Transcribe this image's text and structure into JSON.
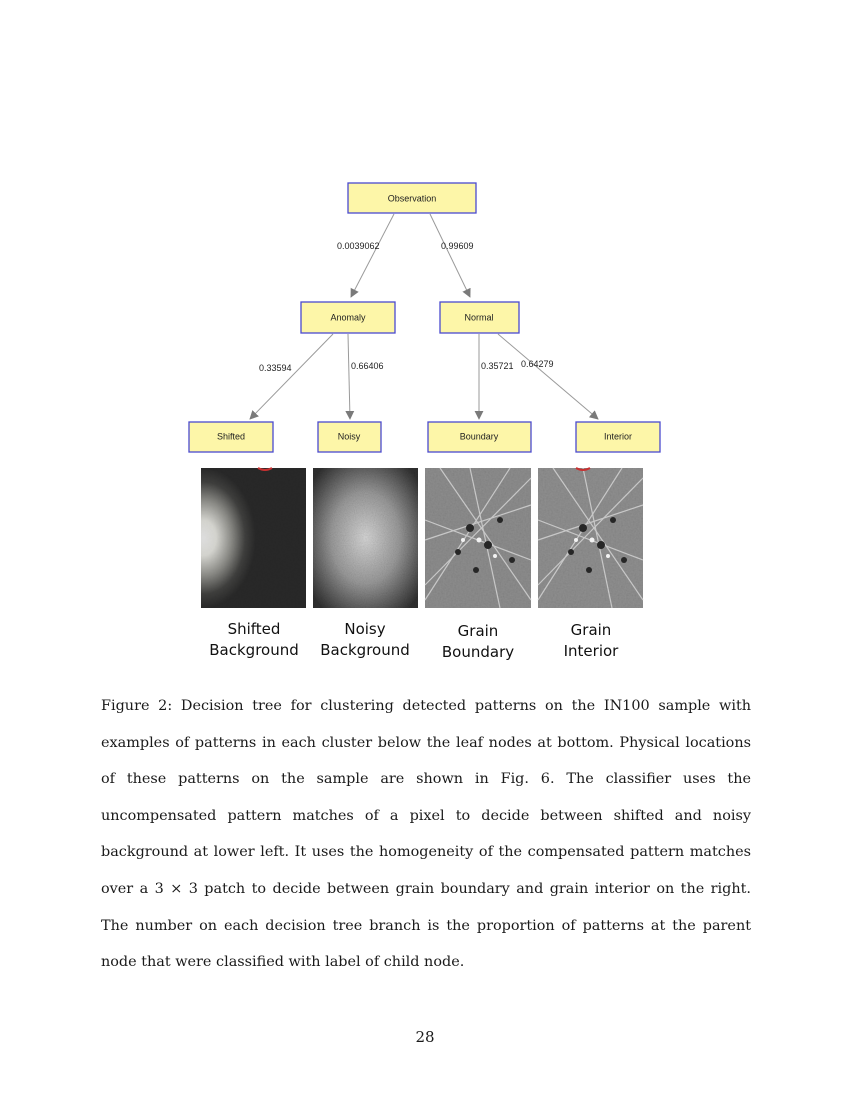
{
  "figure": {
    "nodes": {
      "observation": "Observation",
      "anomaly": "Anomaly",
      "normal": "Normal",
      "shifted": "Shifted",
      "noisy": "Noisy",
      "boundary": "Boundary",
      "interior": "Interior"
    },
    "edges": {
      "obs_anomaly": "0.0039062",
      "obs_normal": "0.99609",
      "anomaly_shifted": "0.33594",
      "anomaly_noisy": "0.66406",
      "normal_boundary": "0.35721",
      "normal_interior": "0.64279"
    },
    "panels": {
      "shifted": [
        "Shifted",
        "Background"
      ],
      "noisy": [
        "Noisy",
        "Background"
      ],
      "boundary": [
        "Grain",
        "Boundary"
      ],
      "interior": [
        "Grain",
        "Interior"
      ]
    }
  },
  "caption": {
    "label": "Figure 2:",
    "text": "Decision tree for clustering detected patterns on the IN100 sample with examples of patterns in each cluster below the leaf nodes at bottom. Physical locations of these patterns on the sample are shown in Fig. 6. The classifier uses the uncompensated pattern matches of a pixel to decide between shifted and noisy background at lower left. It uses the homogeneity of the compensated pattern matches over a 3 × 3 patch to decide between grain boundary and grain interior on the right. The number on each decision tree branch is the proportion of patterns at the parent node that were classified with label of child node."
  },
  "page_number": "28"
}
